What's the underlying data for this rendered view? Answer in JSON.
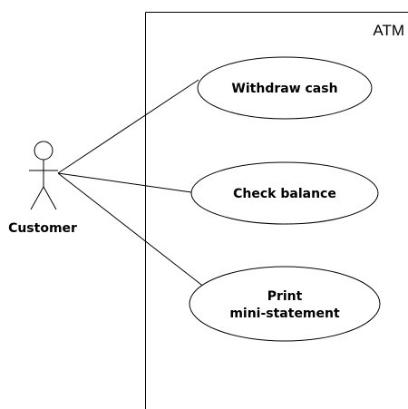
{
  "system": {
    "name": "ATM"
  },
  "actor": {
    "name": "Customer"
  },
  "use_cases": [
    {
      "lines": [
        "Withdraw cash"
      ]
    },
    {
      "lines": [
        "Check balance"
      ]
    },
    {
      "lines": [
        "Print",
        "mini-statement"
      ]
    }
  ],
  "colors": {
    "stroke": "#000000",
    "background": "#ffffff"
  }
}
